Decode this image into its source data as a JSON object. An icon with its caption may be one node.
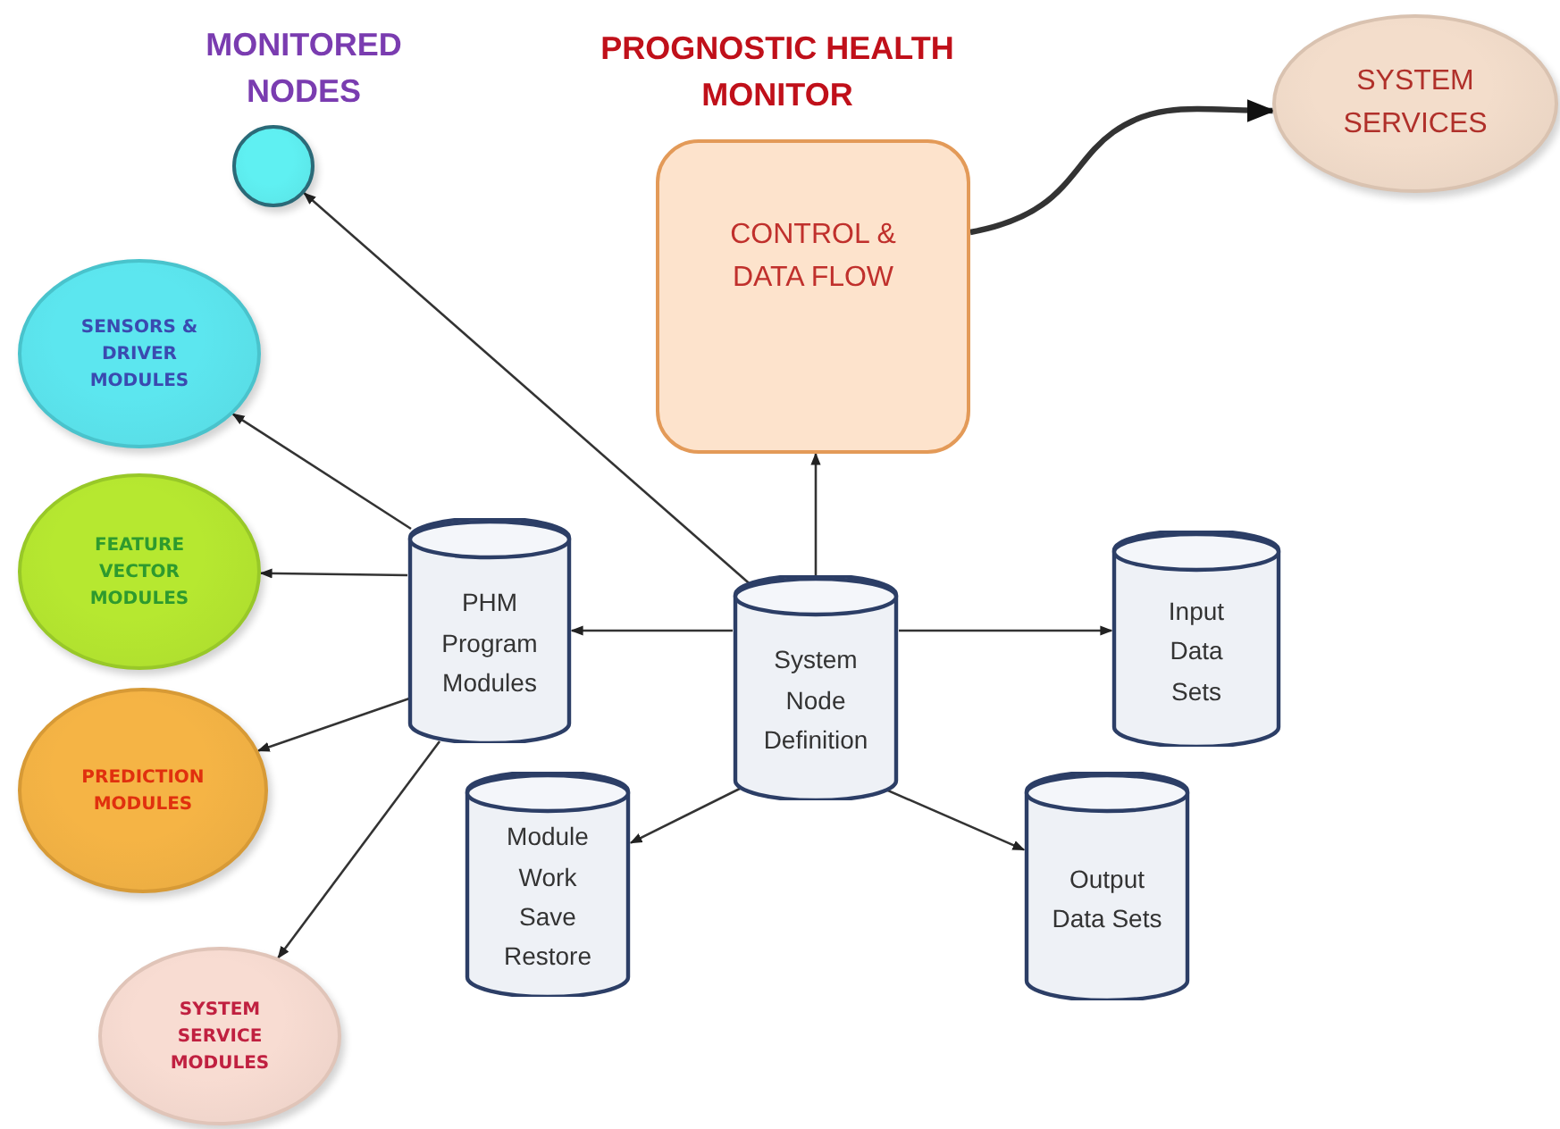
{
  "diagram": {
    "nodes": [
      {
        "text": [
          "MONITORED NODES"
        ]
      },
      {
        "text": [
          "PROGNOSTIC HEALTH MONITOR",
          "CONTROL & DATA FLOW"
        ]
      },
      {
        "text": [
          "SYSTEM SERVICES"
        ]
      },
      {
        "text": [
          "SENSORS & DRIVER MODULES"
        ]
      },
      {
        "text": [
          "FEATURE VECTOR MODULES"
        ]
      },
      {
        "text": [
          "PHM Program Modules"
        ]
      },
      {
        "text": [
          "System Node Definition"
        ]
      },
      {
        "text": [
          "Input Data Sets"
        ]
      },
      {
        "text": [
          "PREDICTION MODULES"
        ]
      },
      {
        "text": [
          "Module Work Save Restore"
        ]
      },
      {
        "text": [
          "Output Data Sets"
        ]
      },
      {
        "text": [
          "SYSTEM SERVICE MODULES"
        ]
      }
    ],
    "edges": [
      {
        "from": 6,
        "to": 0,
        "arrow": "to"
      },
      {
        "from": 6,
        "to": 1,
        "arrow": "to"
      },
      {
        "from": 1,
        "to": 2,
        "arrow": "to",
        "style": "thick"
      },
      {
        "from": 5,
        "to": 3,
        "arrow": "to"
      },
      {
        "from": 5,
        "to": 4,
        "arrow": "to"
      },
      {
        "from": 6,
        "to": 5,
        "arrow": "to"
      },
      {
        "from": 6,
        "to": 7,
        "arrow": "to"
      },
      {
        "from": 5,
        "to": 8,
        "arrow": "to"
      },
      {
        "from": 5,
        "to": 11,
        "arrow": "to"
      },
      {
        "from": 6,
        "to": 9,
        "arrow": "to"
      },
      {
        "from": 6,
        "to": 10,
        "arrow": "to"
      }
    ]
  }
}
